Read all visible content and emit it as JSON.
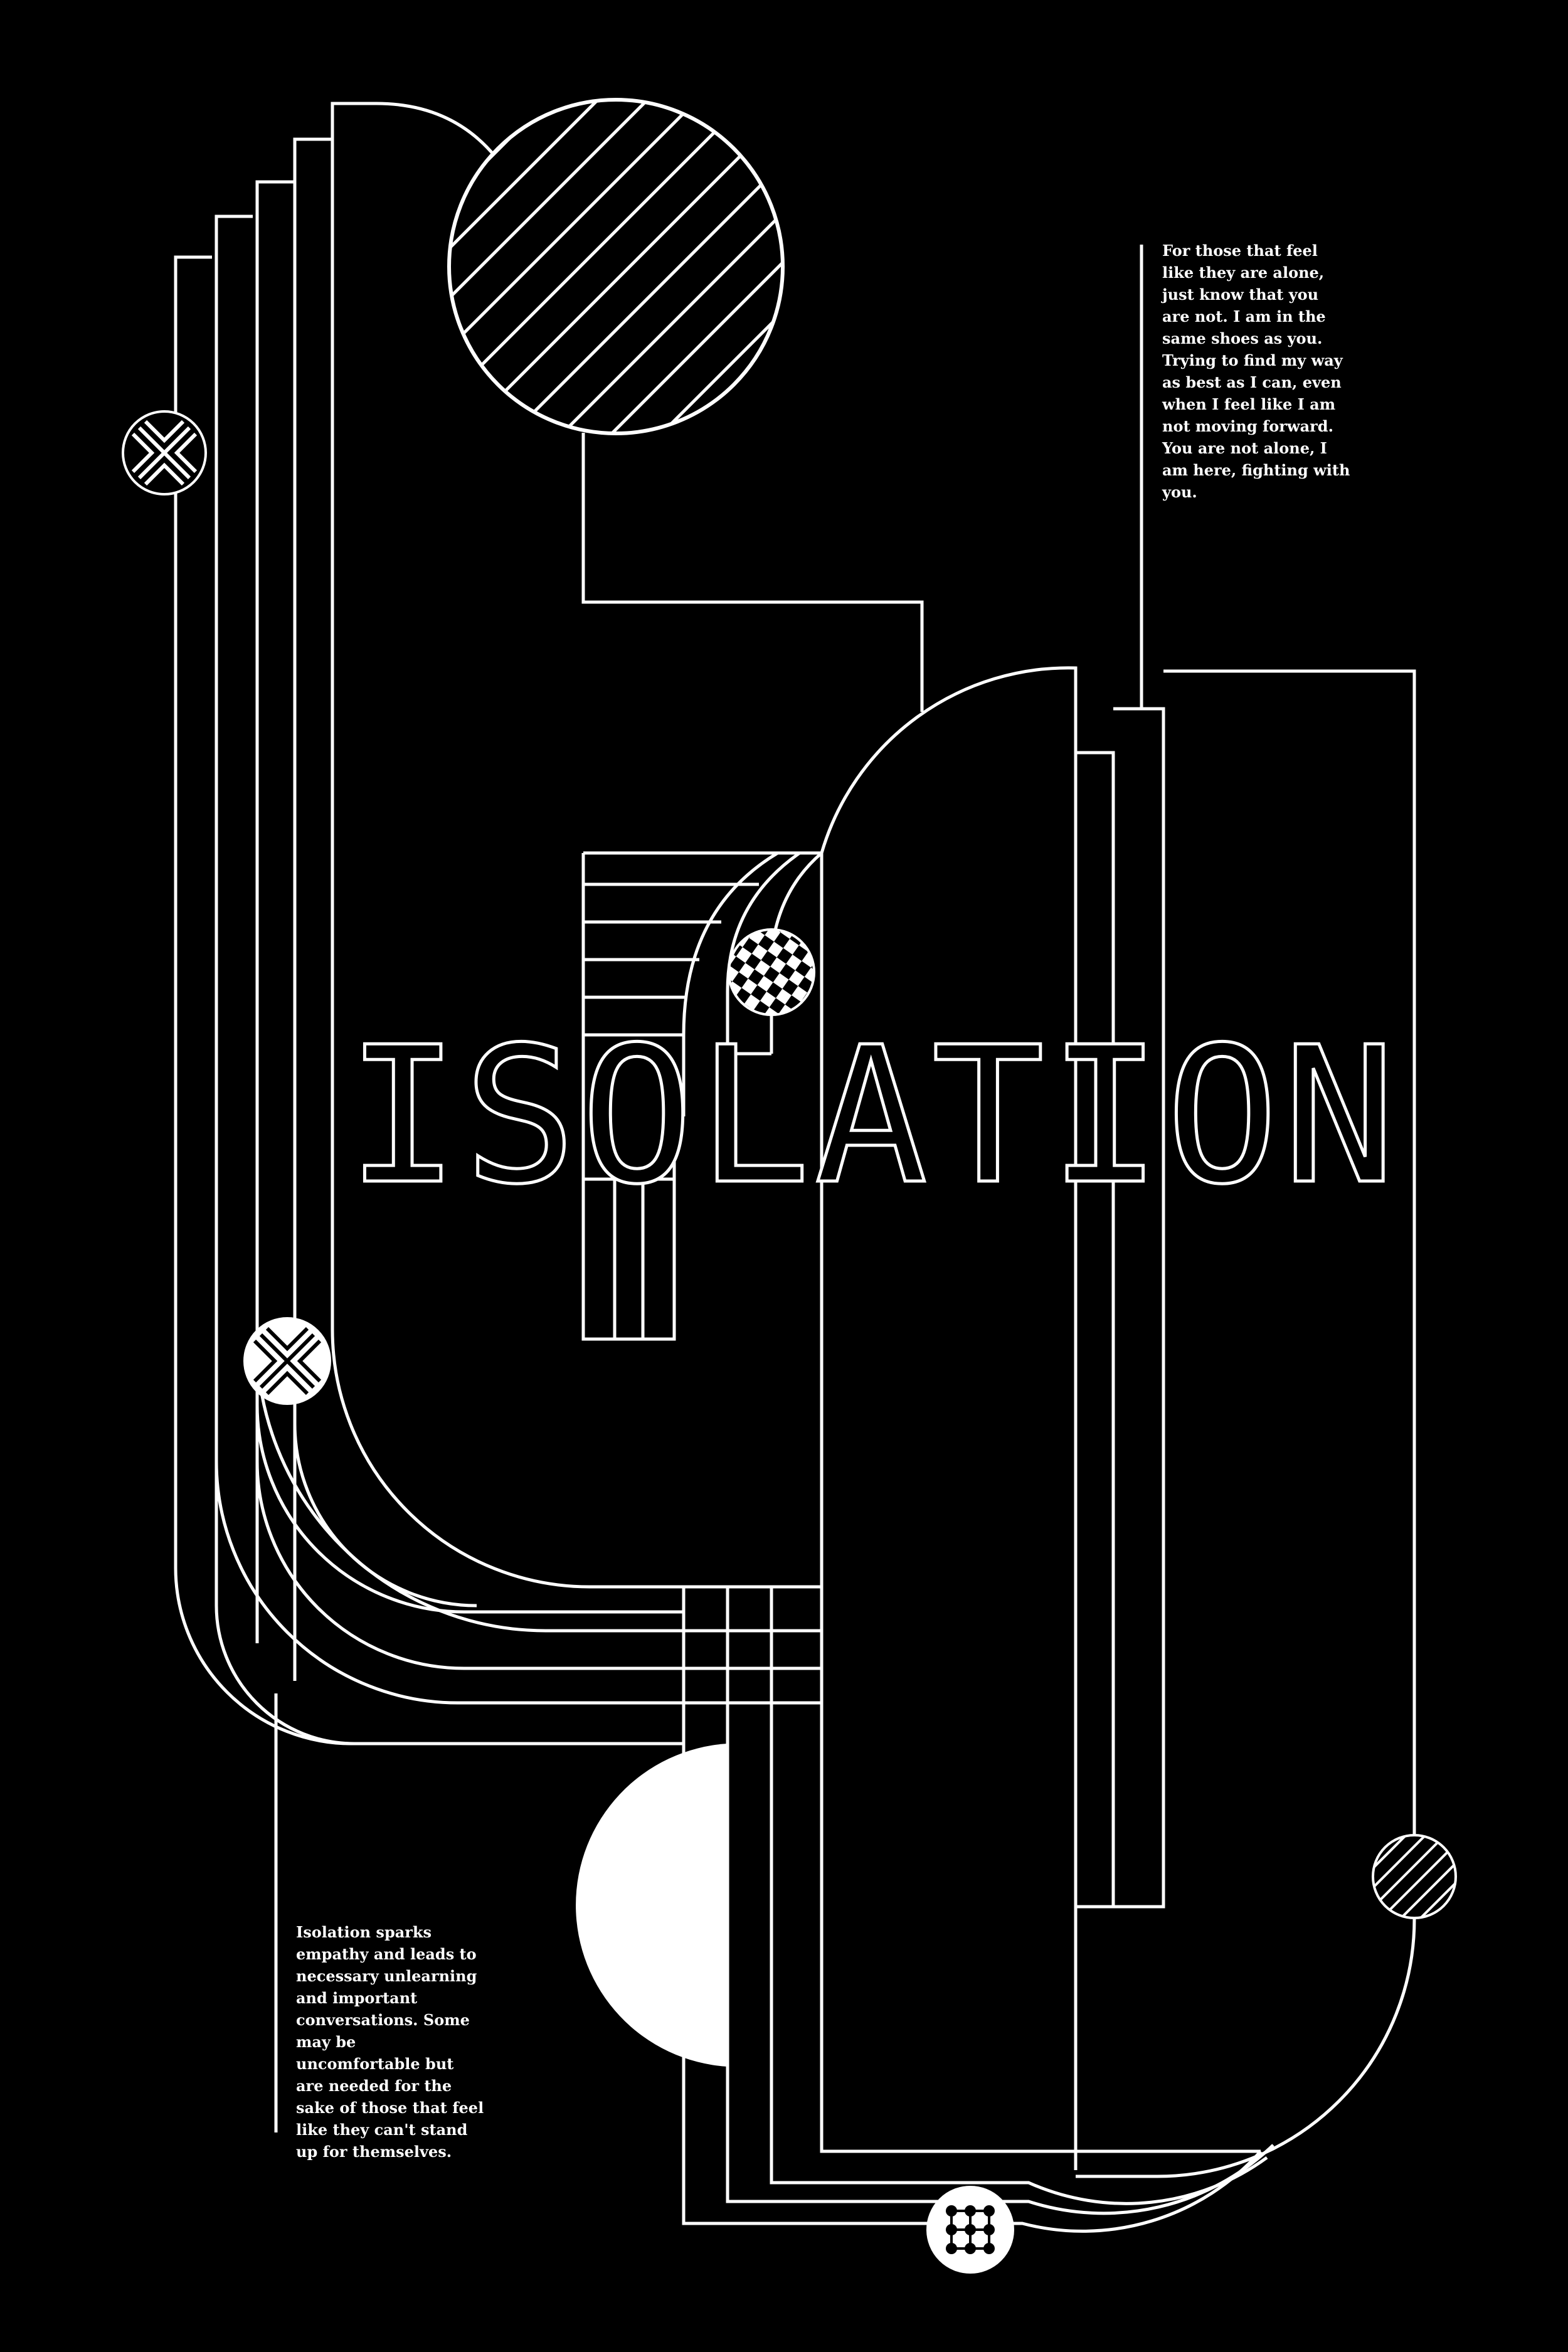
{
  "poster": {
    "title": "ISOLATION",
    "blurb_top": "For those that feel like they are alone, just know that you are not. I am in the same shoes as you. Trying to find my way as best as I can, even when I feel like I am not moving forward. You are not alone, I am here, fighting with you.",
    "blurb_bottom": "Isolation sparks empathy and leads to necessary unlearning and important conversations. Some may be uncomfortable but are needed for the sake of those that feel like they can't stand up for themselves.",
    "colors": {
      "background": "#000000",
      "line": "#ffffff"
    },
    "icons": [
      "striped-circle",
      "x-pattern-circle",
      "checker-circle",
      "dot-grid-circle",
      "half-moon"
    ]
  }
}
